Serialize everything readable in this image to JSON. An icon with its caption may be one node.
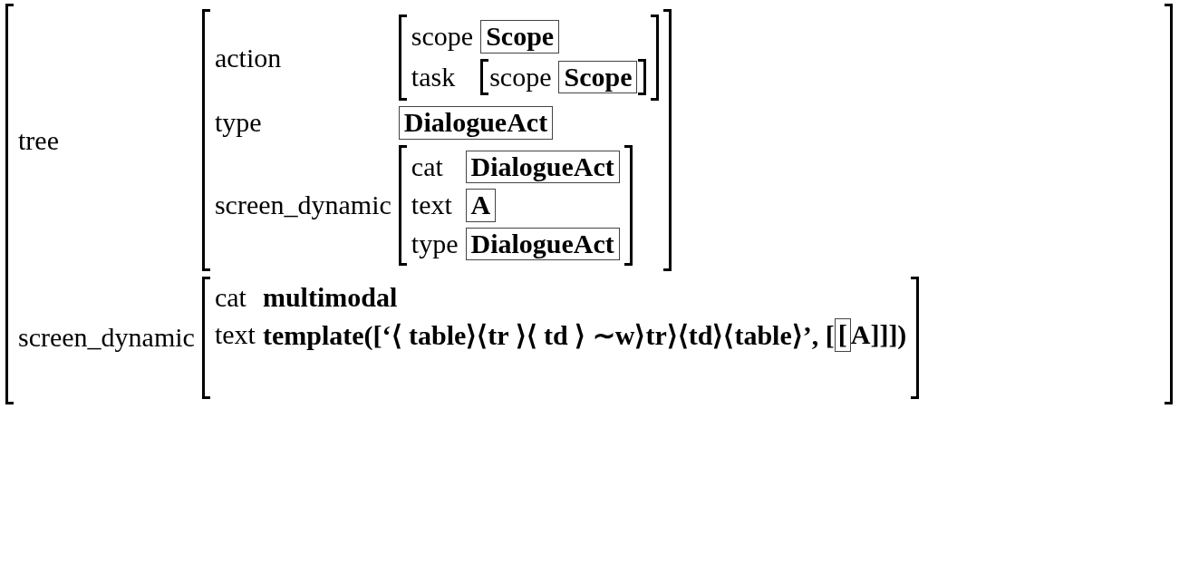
{
  "diagram": {
    "nodes": [
      {
        "text": [
          "Scope"
        ]
      },
      {
        "text": [
          "Scope"
        ]
      },
      {
        "text": [
          "DialogueAct"
        ]
      },
      {
        "text": [
          "DialogueAct"
        ]
      },
      {
        "text": [
          "A"
        ]
      },
      {
        "text": [
          "DialogueAct"
        ]
      },
      {
        "text": [
          "["
        ]
      }
    ],
    "labels": [
      "tree",
      "action",
      "scope",
      "task",
      "scope",
      "type",
      "screen_dynamic",
      "cat",
      "text",
      "type",
      "screen_dynamic",
      "cat",
      "multimodal",
      "text",
      "template([‘⟨ table⟩⟨tr ⟩⟨ td ⟩ ∼w⟩tr⟩⟨td⟩⟨table⟩’, [",
      "A]]])"
    ]
  }
}
